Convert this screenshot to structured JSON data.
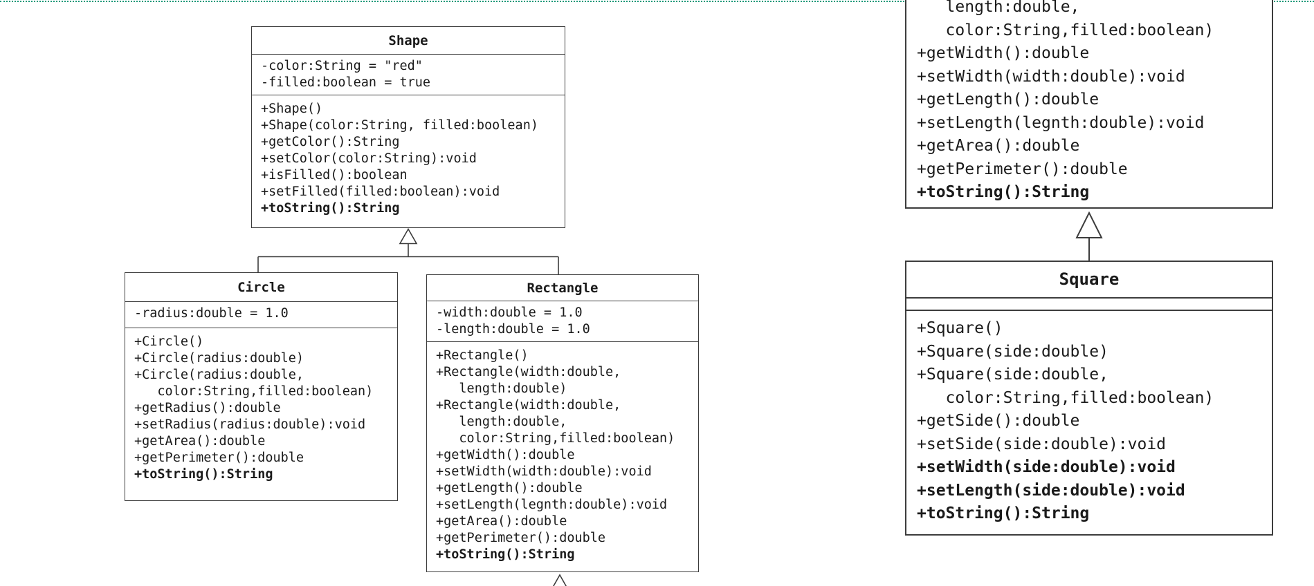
{
  "page": {
    "background": "#ffffff",
    "top_rule_color": "#009878",
    "box_border_color": "#3c3c3c",
    "text_color": "#1a1a1a"
  },
  "left_diagram": {
    "shape": {
      "title": "Shape",
      "attributes": [
        {
          "t": "-color:String = \"red\""
        },
        {
          "t": "-filled:boolean = true"
        }
      ],
      "methods": [
        {
          "t": "+Shape()"
        },
        {
          "t": "+Shape(color:String, filled:boolean)"
        },
        {
          "t": "+getColor():String"
        },
        {
          "t": "+setColor(color:String):void"
        },
        {
          "t": "+isFilled():boolean"
        },
        {
          "t": "+setFilled(filled:boolean):void"
        },
        {
          "t": "+toString():String",
          "b": true
        }
      ]
    },
    "circle": {
      "title": "Circle",
      "attributes": [
        {
          "t": "-radius:double = 1.0"
        }
      ],
      "methods": [
        {
          "t": "+Circle()"
        },
        {
          "t": "+Circle(radius:double)"
        },
        {
          "t": "+Circle(radius:double,"
        },
        {
          "t": "   color:String,filled:boolean)"
        },
        {
          "t": "+getRadius():double"
        },
        {
          "t": "+setRadius(radius:double):void"
        },
        {
          "t": "+getArea():double"
        },
        {
          "t": "+getPerimeter():double"
        },
        {
          "t": "+toString():String",
          "b": true
        }
      ]
    },
    "rectangle": {
      "title": "Rectangle",
      "attributes": [
        {
          "t": "-width:double = 1.0"
        },
        {
          "t": "-length:double = 1.0"
        }
      ],
      "methods": [
        {
          "t": "+Rectangle()"
        },
        {
          "t": "+Rectangle(width:double,"
        },
        {
          "t": "   length:double)"
        },
        {
          "t": "+Rectangle(width:double,"
        },
        {
          "t": "   length:double,"
        },
        {
          "t": "   color:String,filled:boolean)"
        },
        {
          "t": "+getWidth():double"
        },
        {
          "t": "+setWidth(width:double):void"
        },
        {
          "t": "+getLength():double"
        },
        {
          "t": "+setLength(legnth:double):void"
        },
        {
          "t": "+getArea():double"
        },
        {
          "t": "+getPerimeter():double"
        },
        {
          "t": "+toString():String",
          "b": true
        }
      ]
    }
  },
  "right_diagram": {
    "rectangle_partial": {
      "methods": [
        {
          "t": "   length:double,"
        },
        {
          "t": "   color:String,filled:boolean)"
        },
        {
          "t": "+getWidth():double"
        },
        {
          "t": "+setWidth(width:double):void"
        },
        {
          "t": "+getLength():double"
        },
        {
          "t": "+setLength(legnth:double):void"
        },
        {
          "t": "+getArea():double"
        },
        {
          "t": "+getPerimeter():double"
        },
        {
          "t": "+toString():String",
          "b": true
        }
      ]
    },
    "square": {
      "title": "Square",
      "attributes": [],
      "methods": [
        {
          "t": "+Square()"
        },
        {
          "t": "+Square(side:double)"
        },
        {
          "t": "+Square(side:double,"
        },
        {
          "t": "   color:String,filled:boolean)"
        },
        {
          "t": "+getSide():double"
        },
        {
          "t": "+setSide(side:double):void"
        },
        {
          "t": "+setWidth(side:double):void",
          "b": true
        },
        {
          "t": "+setLength(side:double):void",
          "b": true
        },
        {
          "t": "+toString():String",
          "b": true
        }
      ]
    }
  }
}
